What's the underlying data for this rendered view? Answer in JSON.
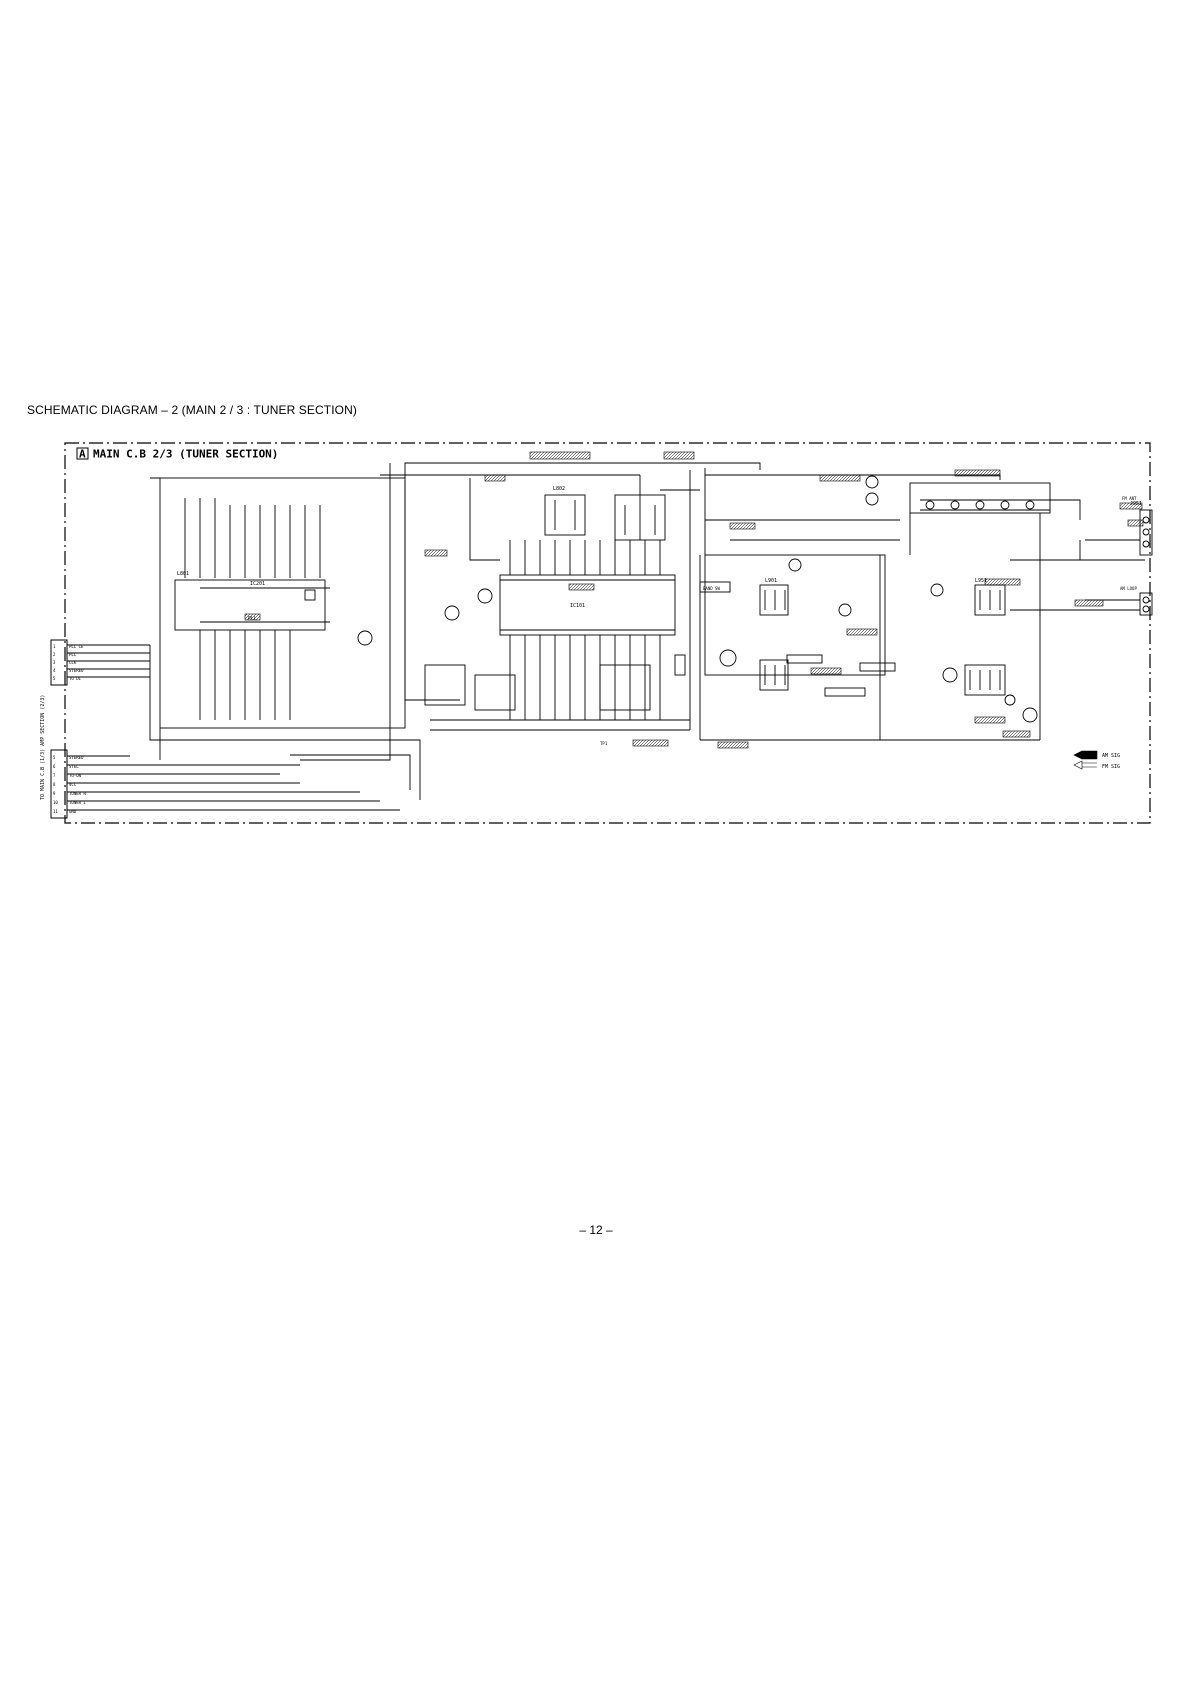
{
  "heading": "SCHEMATIC DIAGRAM – 2  (MAIN 2 / 3 : TUNER SECTION)",
  "page_number": "– 12 –",
  "diagram": {
    "section_box": "A",
    "section_title": "MAIN C.B 2/3 (TUNER SECTION)",
    "side_label": "TO MAIN C.B (1/3) AMP SECTION  (2/3)",
    "ports": [
      {
        "num": "1",
        "label": "PLL CE"
      },
      {
        "num": "2",
        "label": "PLL"
      },
      {
        "num": "3",
        "label": "CLK"
      },
      {
        "num": "4",
        "label": "STEREO"
      },
      {
        "num": "5",
        "label": "TU DI"
      }
    ],
    "lower_ports": [
      {
        "num": "5",
        "label": "STEREO"
      },
      {
        "num": "6",
        "label": "STEL"
      },
      {
        "num": "7",
        "label": "TU-ON"
      },
      {
        "num": "8",
        "label": "VCC"
      },
      {
        "num": "9",
        "label": "TUNER R"
      },
      {
        "num": "10",
        "label": "TUNER L"
      },
      {
        "num": "11",
        "label": "GND"
      }
    ],
    "blocks": [
      {
        "id": "pll",
        "label": "PLL"
      },
      {
        "id": "l801",
        "label": "L801"
      },
      {
        "id": "l802",
        "label": "L802"
      },
      {
        "id": "q101",
        "label": "IC101"
      },
      {
        "id": "ic201",
        "label": "IC201"
      },
      {
        "id": "l901",
        "label": "L901"
      },
      {
        "id": "l951",
        "label": "L951"
      },
      {
        "id": "ant",
        "label": "J951"
      }
    ],
    "legend": [
      {
        "symbol": "arrow-solid",
        "label": "AM SIG"
      },
      {
        "symbol": "arrow-open",
        "label": "FM SIG"
      }
    ],
    "annotations": [
      "FM ANT",
      "AM LOOP",
      "BAND SW",
      "TP1"
    ],
    "colors": {
      "line": "#000000",
      "background": "#ffffff"
    }
  }
}
